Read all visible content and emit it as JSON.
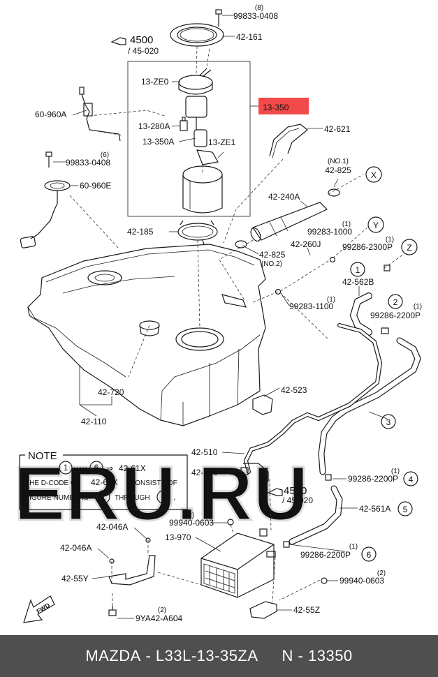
{
  "callouts": {
    "bolt_qty": "(8)",
    "bolt_code": "99833-0408",
    "seal_ring": "42-161",
    "ref_top_main": "4500",
    "ref_top_sub": "/ 45-020",
    "pump_top": "13-ZE0",
    "pump_assy": "13-350",
    "sender_left": "60-960A",
    "regulator": "13-280A",
    "filter": "13-350A",
    "filter_clip": "13-ZE1",
    "vent_pipe": "42-621",
    "screw_qty": "(6)",
    "screw_code": "99833-0408",
    "sender_unit": "60-960E",
    "clamp_no1_qty": "(NO.1)",
    "clamp_no1": "42-825",
    "circle_x": "X",
    "filler_hose": "42-240A",
    "lock_ring": "42-185",
    "clip_1000_qty": "(1)",
    "clip_1000": "99283-1000",
    "circle_y": "Y",
    "clip_2300_qty": "(1)",
    "clip_2300": "99286-2300P",
    "circle_z": "Z",
    "clamp_no2": "42-825",
    "clamp_no2_qty": "(NO.2)",
    "breather_hose": "42-260J",
    "circle_1a": "1",
    "hose_562b": "42-562B",
    "clip_1100_qty": "(1)",
    "clip_1100": "99283-1100",
    "circle_2a": "2",
    "clip_2200_qty_a": "(1)",
    "clip_2200_a": "99286-2200P",
    "tank_valve": "42-720",
    "tank": "42-110",
    "insulator": "42-523",
    "circle_3": "3",
    "vapor_pipe": "42-510",
    "clip_766": "42-766",
    "clip_2200_qty_b": "(1)",
    "clip_2200_b": "99286-2200P",
    "circle_4": "4",
    "ref_mid_main": "4500",
    "ref_mid_sub": "/ 45-020",
    "hose_561a": "42-561A",
    "circle_5": "5",
    "bracket_046a_top": "42-046A",
    "nut_qty_a": "(2)",
    "nut_0603_a": "99940-0603",
    "bracket_046a_low": "42-046A",
    "canister": "13-970",
    "clip_2200_qty_c": "(1)",
    "clip_2200_c": "99286-2200P",
    "circle_6": "6",
    "nut_qty_b": "(2)",
    "nut_0603_b": "99940-0603",
    "bracket_55y": "42-55Y",
    "bracket_55z": "42-55Z",
    "bolt_a604_qty": "(2)",
    "bolt_a604": "9YA42-A604",
    "fwd": "FWD"
  },
  "note": {
    "title": "NOTE",
    "range_start": "1",
    "range_end": "6",
    "arrow": "⇒",
    "target": "42-61X",
    "line2_pre": "THE D-CODE OF",
    "line2_code": "42-61X",
    "line2_post": "CONSISTS OF",
    "line3_pre": "FIGURE NUMBERS",
    "line3_from": "1",
    "line3_mid": "THROUGH",
    "line3_to": "6",
    "line3_end": "."
  },
  "footer": {
    "make": "MAZDA",
    "part_no": "L33L-13-35ZA",
    "ref": "N - 13350",
    "sep": " - "
  },
  "watermark": "ERU.RU",
  "colors": {
    "highlight": "#f24a4a",
    "footer_bg": "#4f4f4f"
  }
}
